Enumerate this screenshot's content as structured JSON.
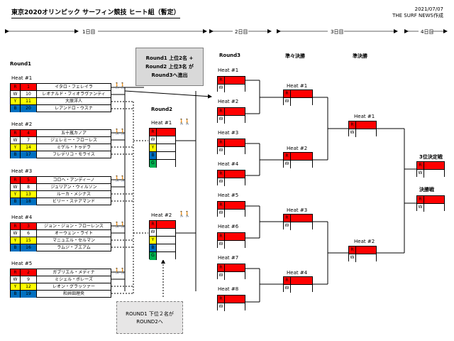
{
  "header": {
    "title": "東京2020オリンピック サーフィン競技 ヒート組（暫定）",
    "date": "2021/07/07",
    "source": "THE SURF NEWS作成"
  },
  "days": {
    "d1": "1日目",
    "d2": "2日目",
    "d3": "3日目",
    "d4": "4日目"
  },
  "colors": {
    "R": "#ff0000",
    "W": "#ffffff",
    "Y": "#ffff00",
    "B": "#0070c0",
    "G": "#00b050"
  },
  "round1": {
    "label": "Round1",
    "heats": [
      {
        "label": "Heat #1",
        "rows": [
          {
            "c": "R",
            "n": "1",
            "name": "イタロ・フェレイラ"
          },
          {
            "c": "W",
            "n": "10",
            "name": "レオナルド・フィオラヴァンティ"
          },
          {
            "c": "Y",
            "n": "11",
            "name": "大原洋人"
          },
          {
            "c": "B",
            "n": "20",
            "name": "レアンドロ・ウスナ"
          }
        ]
      },
      {
        "label": "Heat #2",
        "rows": [
          {
            "c": "R",
            "n": "4",
            "name": "五十嵐カノア"
          },
          {
            "c": "W",
            "n": "7",
            "name": "ジェレミー・フローレス"
          },
          {
            "c": "Y",
            "n": "14",
            "name": "ミゲル・トゥデラ"
          },
          {
            "c": "B",
            "n": "17",
            "name": "フレデリコ・モライス"
          }
        ]
      },
      {
        "label": "Heat #3",
        "rows": [
          {
            "c": "R",
            "n": "5",
            "name": "コロヘ・アンディーノ"
          },
          {
            "c": "W",
            "n": "8",
            "name": "ジュリアン・ウィルソン"
          },
          {
            "c": "Y",
            "n": "13",
            "name": "ルーカ・メシナス"
          },
          {
            "c": "B",
            "n": "18",
            "name": "ビリー・ステアマンド"
          }
        ]
      },
      {
        "label": "Heat #4",
        "rows": [
          {
            "c": "R",
            "n": "3",
            "name": "ジョン・ジョン・フローレンス"
          },
          {
            "c": "W",
            "n": "6",
            "name": "オーウェン・ライト"
          },
          {
            "c": "Y",
            "n": "15",
            "name": "マニュエル・セルマン"
          },
          {
            "c": "B",
            "n": "16",
            "name": "ラムジ・ブエアム"
          }
        ]
      },
      {
        "label": "Heat #5",
        "rows": [
          {
            "c": "R",
            "n": "2",
            "name": "ガブリエル・メディナ"
          },
          {
            "c": "W",
            "n": "9",
            "name": "ミシェル・ボレーズ"
          },
          {
            "c": "Y",
            "n": "12",
            "name": "レオン・グラッツァー"
          },
          {
            "c": "B",
            "n": "19",
            "name": "和井田理央"
          }
        ]
      }
    ]
  },
  "notes": {
    "advance_line1": "Round1 上位2名 +",
    "advance_line2": "Round2 上位3名 が",
    "advance_line3": "Round3へ進出",
    "lower_line1": "ROUND1 下位２名が",
    "lower_line2": "ROUND2へ"
  },
  "round2": {
    "label": "Round2",
    "heats": [
      {
        "label": "Heat #1",
        "slots": [
          "R",
          "W",
          "Y",
          "B",
          "G"
        ]
      },
      {
        "label": "Heat #2",
        "slots": [
          "R",
          "W",
          "Y",
          "B",
          "G"
        ]
      }
    ]
  },
  "round3": {
    "label": "Round3",
    "heats": [
      "Heat #1",
      "Heat #2",
      "Heat #3",
      "Heat #4",
      "Heat #5",
      "Heat #6",
      "Heat #7",
      "Heat #8"
    ]
  },
  "quarter": {
    "label": "準々決勝",
    "heats": [
      "Heat #1",
      "Heat #2",
      "Heat #3",
      "Heat #4"
    ]
  },
  "semi": {
    "label": "準決勝",
    "heats": [
      "Heat #1",
      "Heat #2"
    ]
  },
  "bronze": {
    "label": "3位決定戦"
  },
  "final": {
    "label": "決勝戦"
  },
  "slot_letters": {
    "R": "R",
    "W": "W"
  }
}
